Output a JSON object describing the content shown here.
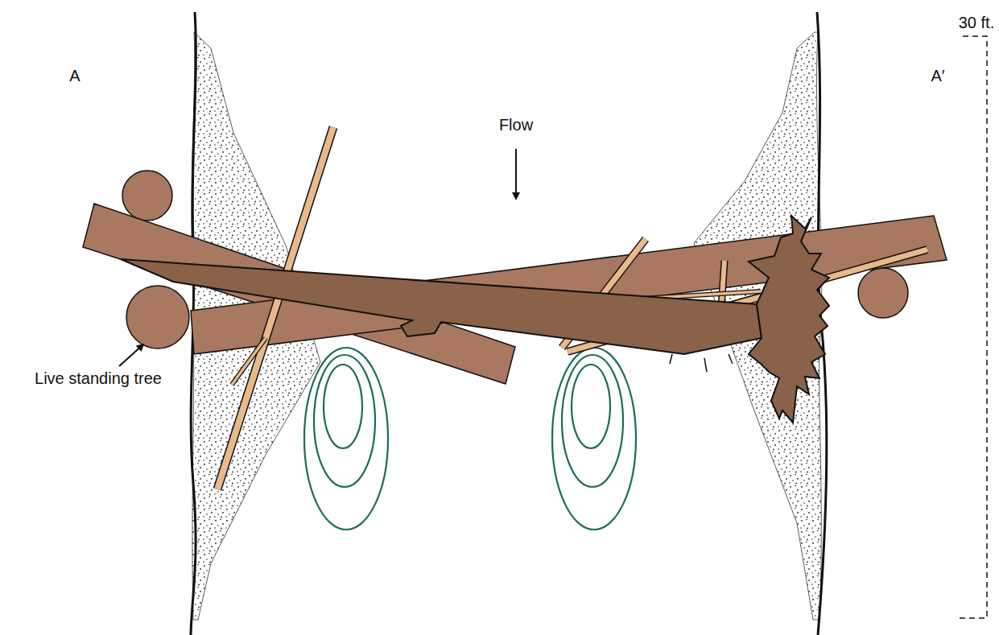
{
  "diagram": {
    "labels": [
      "A",
      "A′",
      "Flow",
      "Live standing tree",
      "30 ft."
    ]
  }
}
